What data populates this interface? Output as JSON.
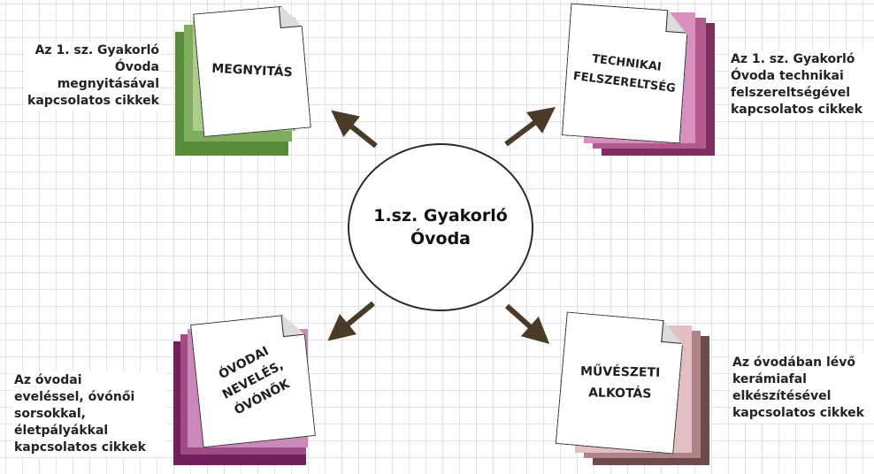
{
  "center": {
    "title": "1.sz. Gyakorló\nÓvoda"
  },
  "nodes": [
    {
      "id": "megnyitas",
      "label": "MEGNYITÁS",
      "description": "Az 1. sz. Gyakorló\nÓvoda\nmegnyitásával\nkapcsolatos cikkek",
      "colors": [
        "#5a8a3c",
        "#7fac5d",
        "#a9cd8b"
      ]
    },
    {
      "id": "technikai",
      "label": "TECHNIKAI\nFELSZERELTSÉG",
      "description": "Az 1. sz. Gyakorló\nÓvoda technikai\nfelszereltségével\nkapcsolatos cikkek",
      "colors": [
        "#7c2f5f",
        "#b25a90",
        "#d98fbf"
      ]
    },
    {
      "id": "ovodai",
      "label": "ÓVODAI\nNEVELÉS,\nÓVÓNŐK",
      "description": "Az óvodai\neveléssel, óvónői\nsorsokkal,\néletpályákkal\nkapcsolatos cikkek",
      "colors": [
        "#722059",
        "#a04b86",
        "#c988b7"
      ]
    },
    {
      "id": "muveszeti",
      "label": "MŰVÉSZETI\nALKOTÁS",
      "description": "Az óvodában lévő\nkerámiafal\nelkészítésével\nkapcsolatos cikkek",
      "colors": [
        "#6e4a4c",
        "#b08487",
        "#e1bfc3"
      ]
    }
  ],
  "arrow_color": "#4a3a28"
}
